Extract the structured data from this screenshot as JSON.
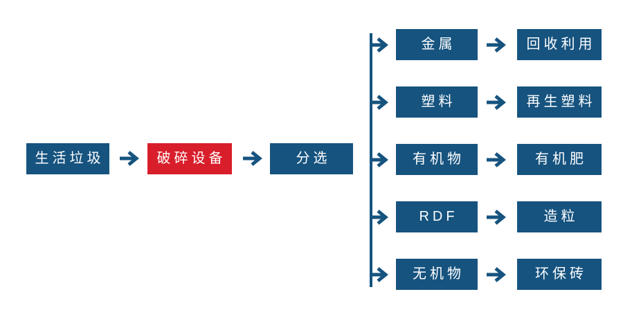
{
  "colors": {
    "box_blue": "#16537F",
    "box_red": "#D91E2B",
    "arrow_blue": "#16537F",
    "text_white": "#FFFFFF",
    "background": "#FFFFFF"
  },
  "main_flow": {
    "input": {
      "label": "生活垃圾"
    },
    "process": {
      "label": "破碎设备"
    },
    "sorting": {
      "label": "分选"
    }
  },
  "branches": [
    {
      "material": "金属",
      "output": "回收利用"
    },
    {
      "material": "塑料",
      "output": "再生塑料"
    },
    {
      "material": "有机物",
      "output": "有机肥"
    },
    {
      "material": "RDF",
      "output": "造粒"
    },
    {
      "material": "无机物",
      "output": "环保砖"
    }
  ]
}
